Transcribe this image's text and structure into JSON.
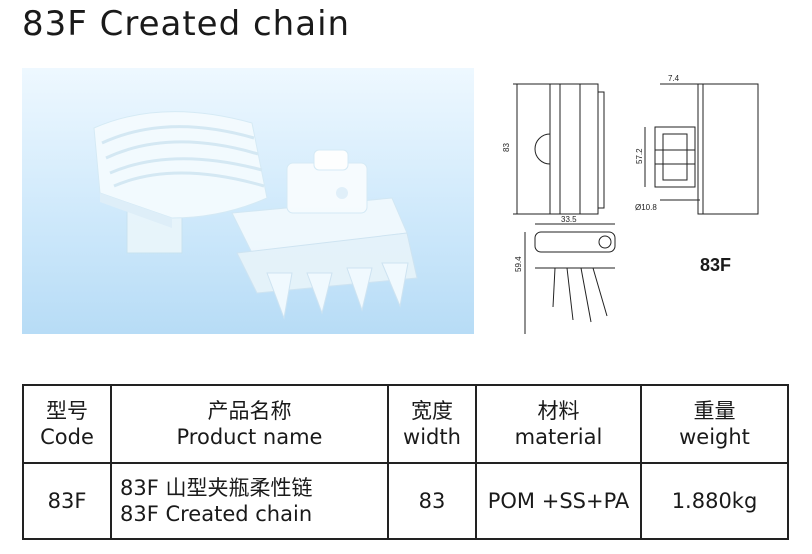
{
  "header": {
    "title": "83F Created chain"
  },
  "drawing": {
    "label": "83F",
    "dimensions": [
      "7.4",
      "83",
      "57.2",
      "Ø10.8",
      "33.5",
      "59.4"
    ]
  },
  "table": {
    "headers": [
      {
        "zh": "型号",
        "en": "Code"
      },
      {
        "zh": "产品名称",
        "en": "Product name"
      },
      {
        "zh": "宽度",
        "en": "width"
      },
      {
        "zh": "材料",
        "en": "material"
      },
      {
        "zh": "重量",
        "en": "weight"
      }
    ],
    "rows": [
      {
        "code": "83F",
        "name_zh": "83F 山型夹瓶柔性链",
        "name_en": "83F Created chain",
        "width": "83",
        "material": "POM +SS+PA",
        "weight": "1.880kg"
      }
    ]
  }
}
